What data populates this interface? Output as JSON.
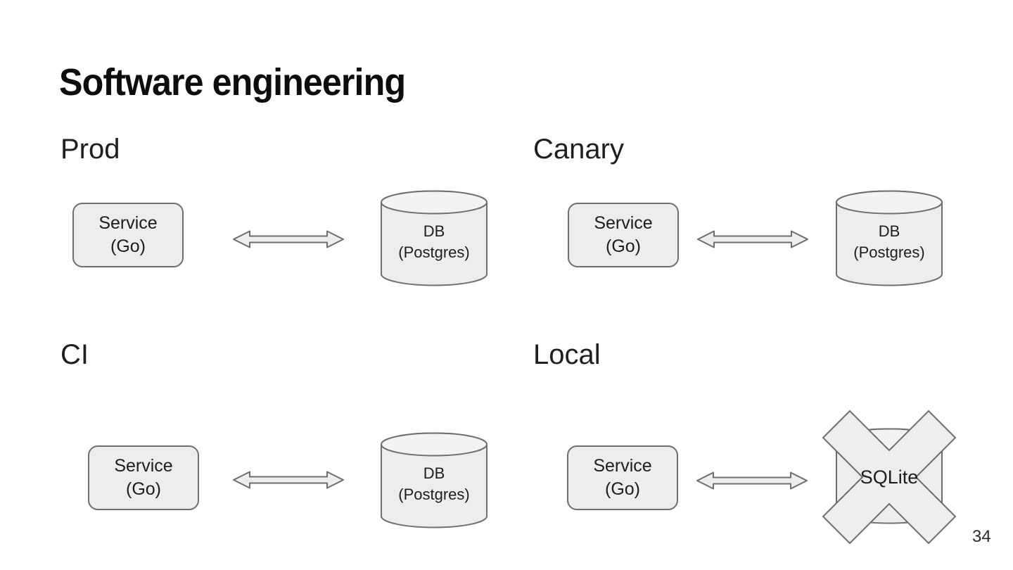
{
  "slide": {
    "title": "Software engineering",
    "page_number": "34"
  },
  "colors": {
    "background": "#ffffff",
    "shape_fill": "#ededed",
    "shape_top_fill": "#f3f3f3",
    "shape_stroke": "#6e6e6e",
    "text": "#1d1d1d"
  },
  "icons": {
    "connector": "double-headed-arrow",
    "overlay": "cross-out-x"
  },
  "quadrants": [
    {
      "label": "Prod",
      "service": {
        "line1": "Service",
        "line2": "(Go)"
      },
      "database": {
        "line1": "DB",
        "line2": "(Postgres)",
        "shape": "cylinder",
        "crossed_out": false
      }
    },
    {
      "label": "Canary",
      "service": {
        "line1": "Service",
        "line2": "(Go)"
      },
      "database": {
        "line1": "DB",
        "line2": "(Postgres)",
        "shape": "cylinder",
        "crossed_out": false
      }
    },
    {
      "label": "CI",
      "service": {
        "line1": "Service",
        "line2": "(Go)"
      },
      "database": {
        "line1": "DB",
        "line2": "(Postgres)",
        "shape": "cylinder",
        "crossed_out": false
      }
    },
    {
      "label": "Local",
      "service": {
        "line1": "Service",
        "line2": "(Go)"
      },
      "database": {
        "label": "SQLite",
        "shape": "cylinder",
        "crossed_out": true
      }
    }
  ]
}
